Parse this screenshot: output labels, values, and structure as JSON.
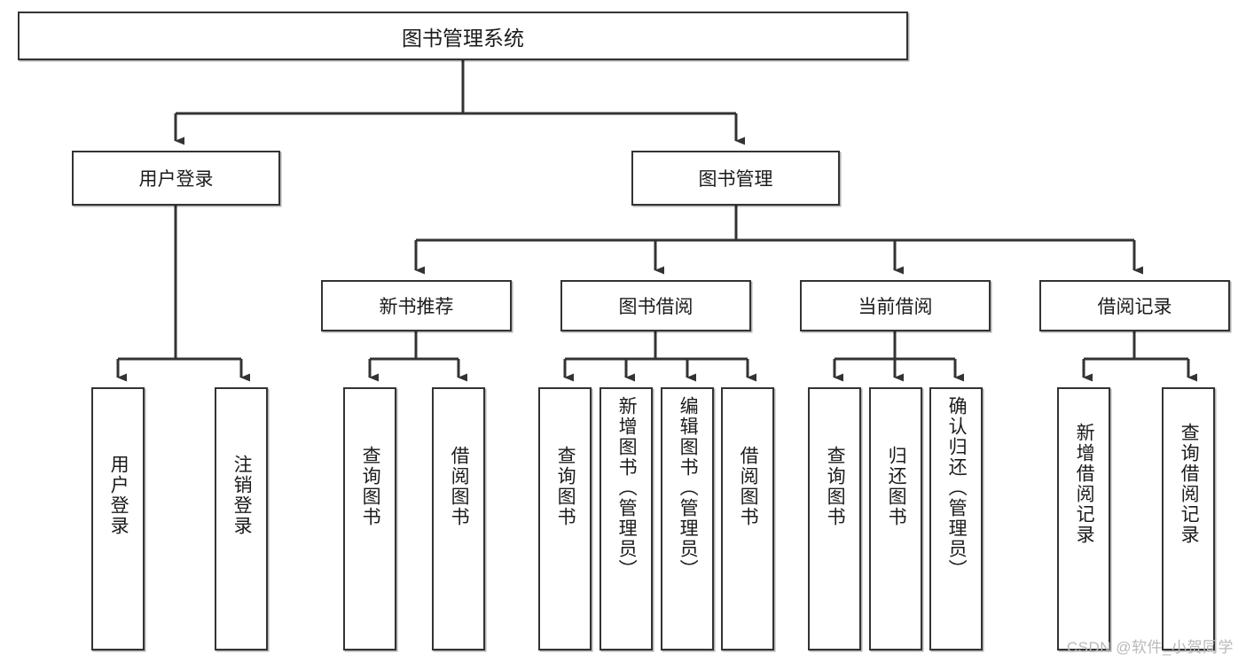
{
  "diagram": {
    "title": "图书管理系统",
    "type": "tree",
    "watermark": "CSDN @软件_小贺同学",
    "colors": {
      "box_border": "#333333",
      "box_fill": "#ffffff",
      "line": "#333333",
      "text": "#1b1b1b",
      "watermark": "#b9b9b9",
      "background": "#ffffff"
    },
    "root": {
      "label": "图书管理系统"
    },
    "level2": [
      {
        "label": "用户登录"
      },
      {
        "label": "图书管理"
      }
    ],
    "level3": [
      {
        "label": "新书推荐"
      },
      {
        "label": "图书借阅"
      },
      {
        "label": "当前借阅"
      },
      {
        "label": "借阅记录"
      }
    ],
    "leaves": {
      "user_login": [
        {
          "label": "用户登录"
        },
        {
          "label": "注销登录"
        }
      ],
      "new_book_recommend": [
        {
          "label": "查询图书"
        },
        {
          "label": "借阅图书"
        }
      ],
      "book_borrow": [
        {
          "label": "查询图书"
        },
        {
          "label": "新增图书（管理员）"
        },
        {
          "label": "编辑图书（管理员）"
        },
        {
          "label": "借阅图书"
        }
      ],
      "current_borrow": [
        {
          "label": "查询图书"
        },
        {
          "label": "归还图书"
        },
        {
          "label": "确认归还（管理员）"
        }
      ],
      "borrow_record": [
        {
          "label": "新增借阅记录"
        },
        {
          "label": "查询借阅记录"
        }
      ]
    }
  }
}
